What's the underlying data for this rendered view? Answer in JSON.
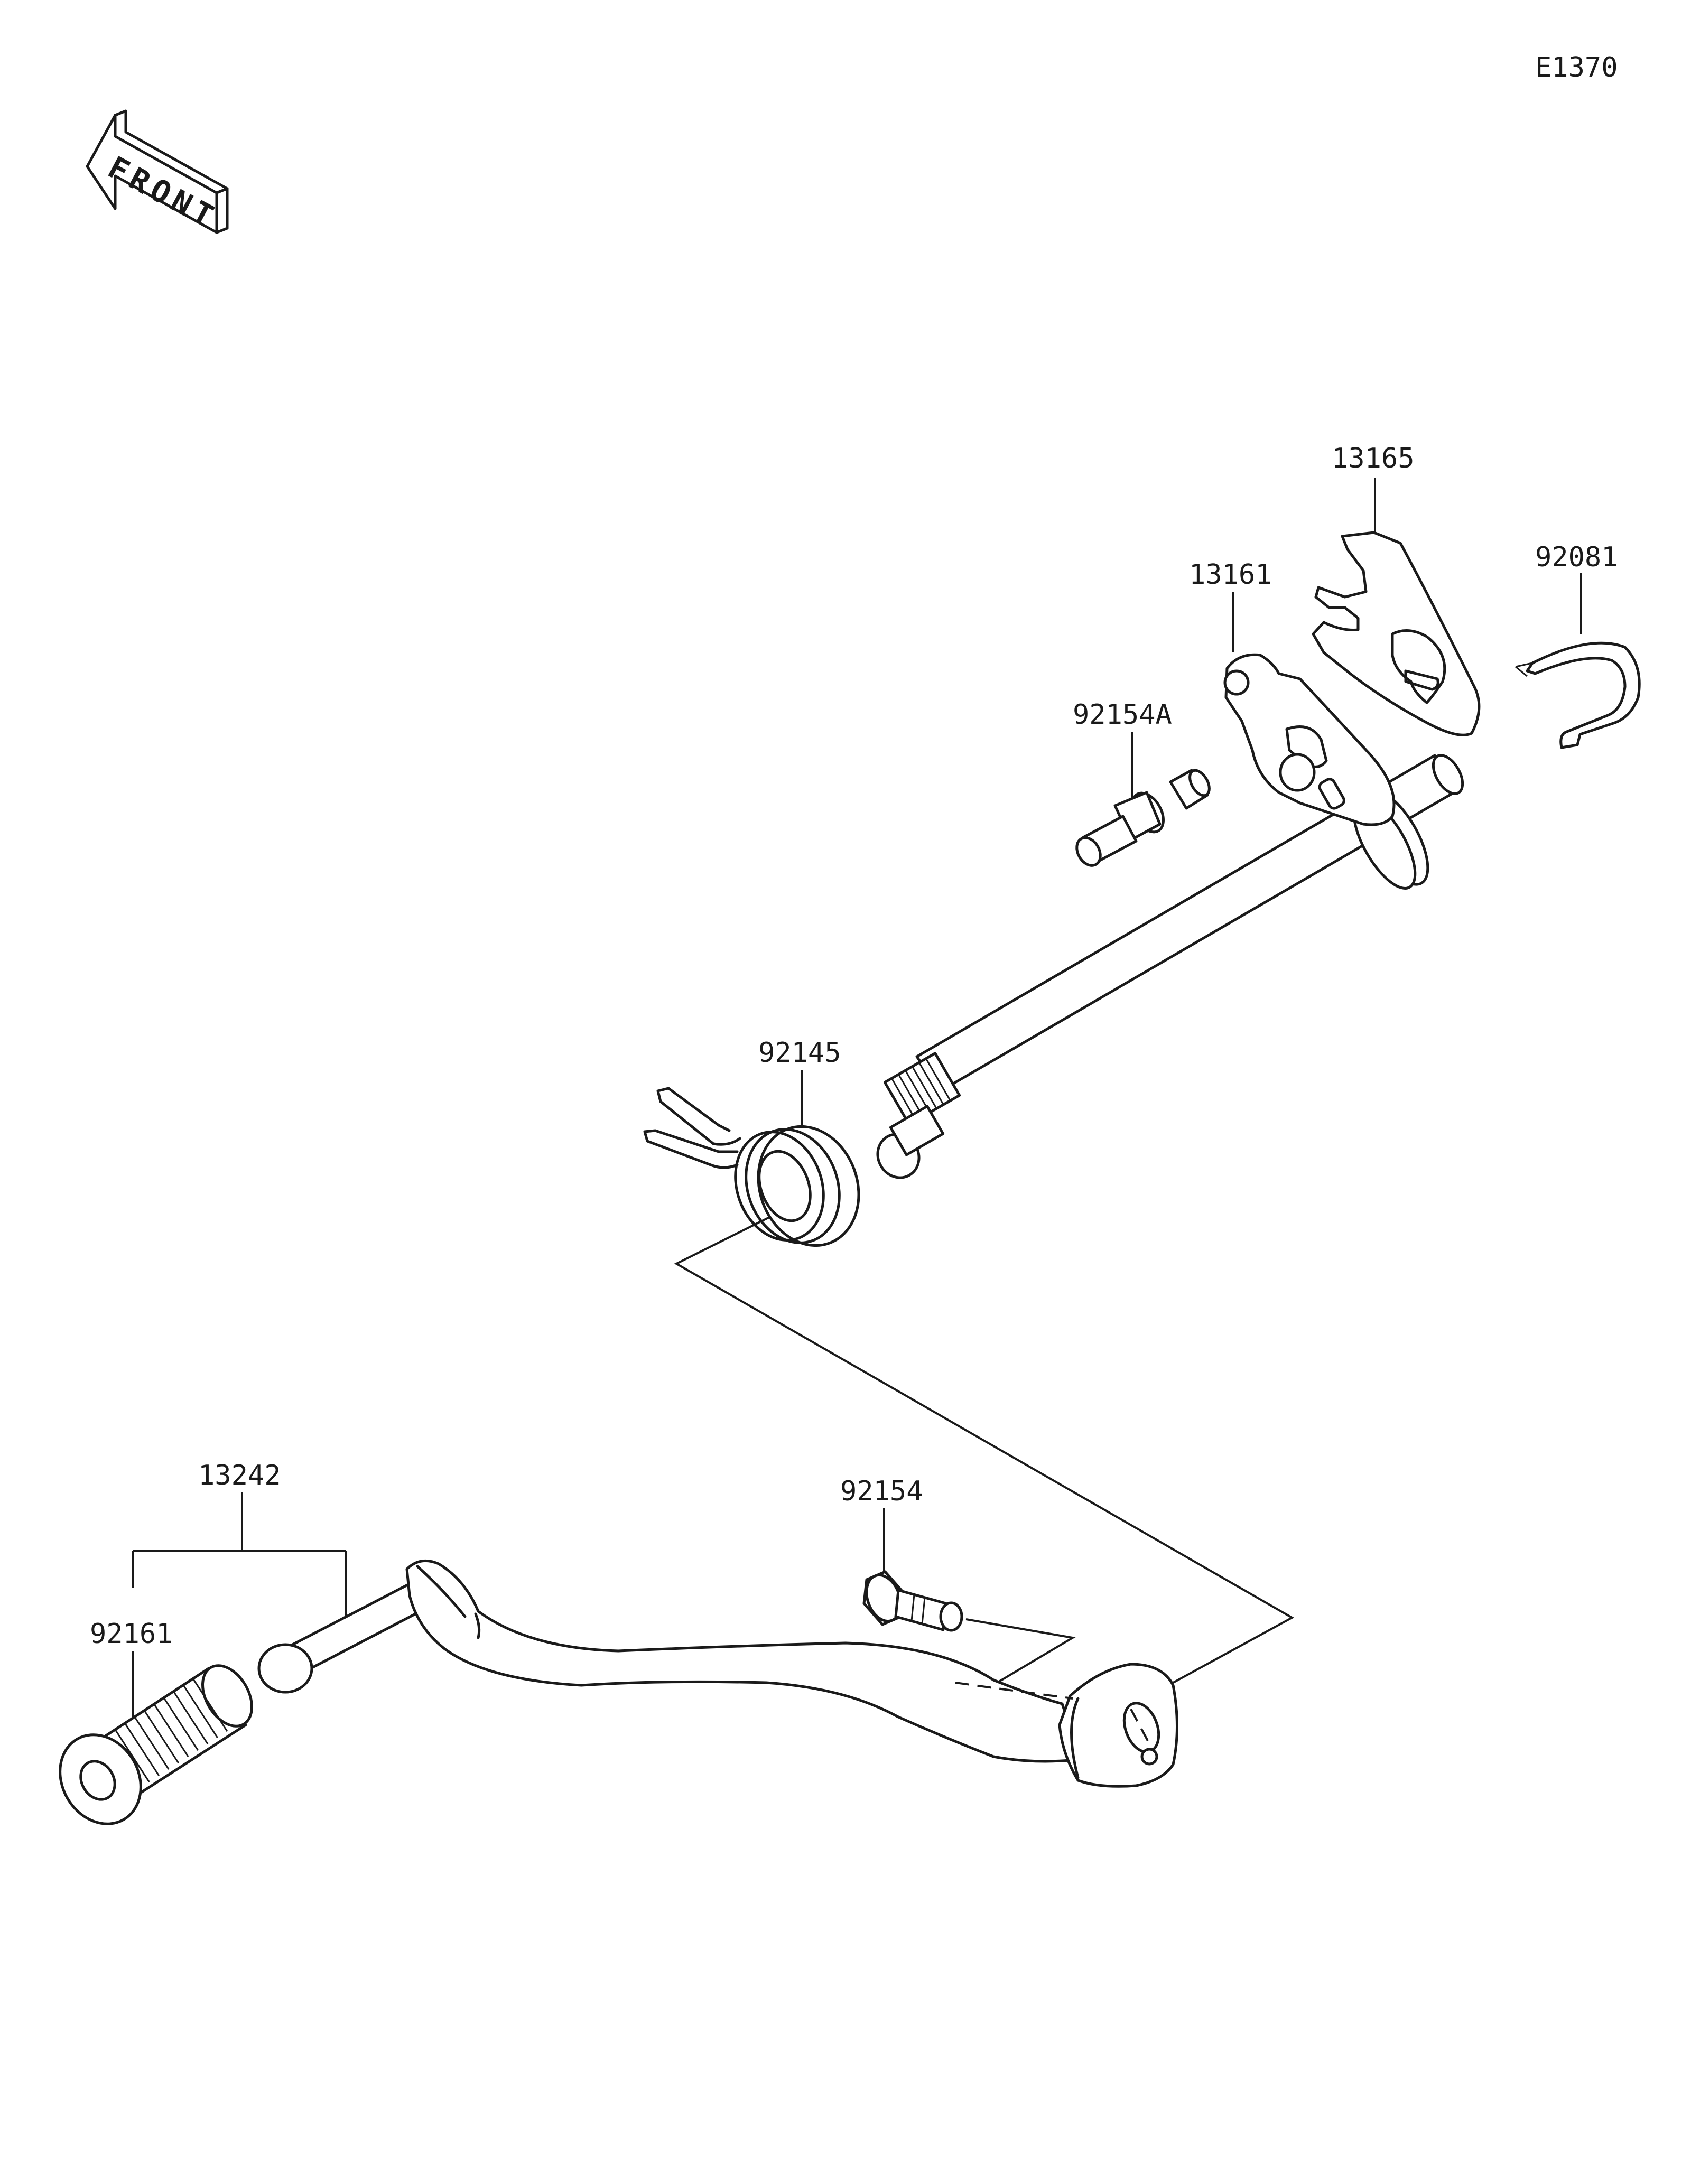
{
  "diagram_code": "E1370",
  "front_indicator": {
    "text": "FRONT",
    "icon": "front-arrow-icon"
  },
  "part_labels": {
    "p13165": "13165",
    "p92081": "92081",
    "p13161": "13161",
    "p92154A": "92154A",
    "p92145": "92145",
    "p13242": "13242",
    "p92154": "92154",
    "p92161": "92161"
  }
}
